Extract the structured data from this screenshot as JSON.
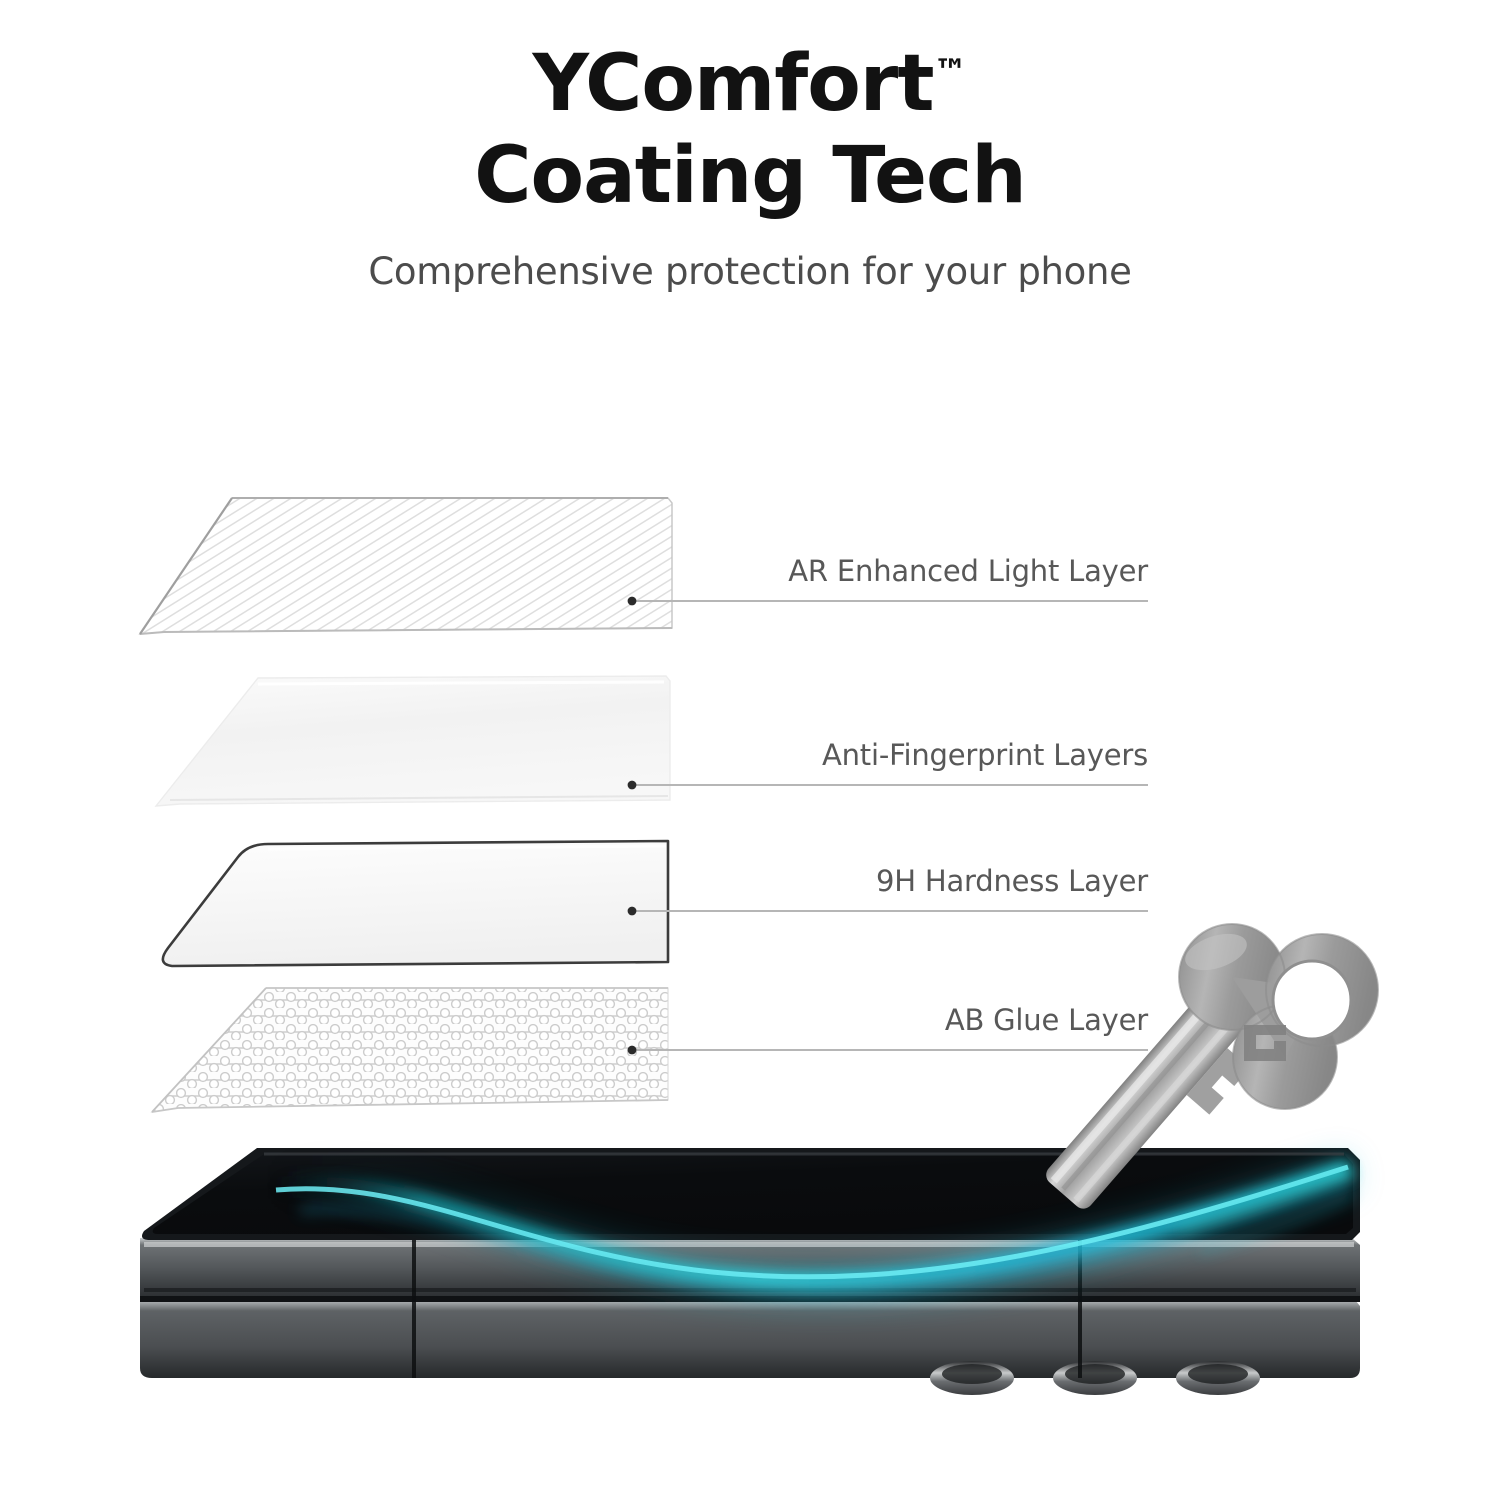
{
  "header": {
    "title_main": "YComfort",
    "title_tm": "™",
    "title_second_line": "Coating Tech",
    "subtitle": "Comprehensive protection for your phone"
  },
  "colors": {
    "title": "#121212",
    "subtitle": "#4c4c4c",
    "label": "#585858",
    "leader_line": "#b3b3b3",
    "leader_dot": "#2b2b2b",
    "layer_outline": "#2f2f2f",
    "layer_fill_light": "#f4f4f4",
    "phone_screen": "#0b0d0f",
    "phone_body": "#4a4d50",
    "accent_cyan": "#24c8d8",
    "accent_teal": "#17a9ae",
    "key_metal": "#9a9a9a"
  },
  "layers": [
    {
      "id": "ar-enhanced-light-layer",
      "label": "AR Enhanced Light Layer",
      "texture": "diagonal-hatch",
      "order": 1
    },
    {
      "id": "anti-fingerprint-layers",
      "label": "Anti-Fingerprint Layers",
      "texture": "solid",
      "order": 2
    },
    {
      "id": "9h-hardness-layer",
      "label": "9H Hardness Layer",
      "texture": "outlined",
      "order": 3
    },
    {
      "id": "ab-glue-layer",
      "label": "AB Glue Layer",
      "texture": "bubble-mesh",
      "order": 4
    }
  ],
  "device": {
    "name": "folded-smartphone",
    "screen_graphic": "cyan-wave-wallpaper",
    "camera_count": 3
  },
  "objects": [
    {
      "name": "key",
      "description": "clover-bow key scratching the screen"
    }
  ]
}
